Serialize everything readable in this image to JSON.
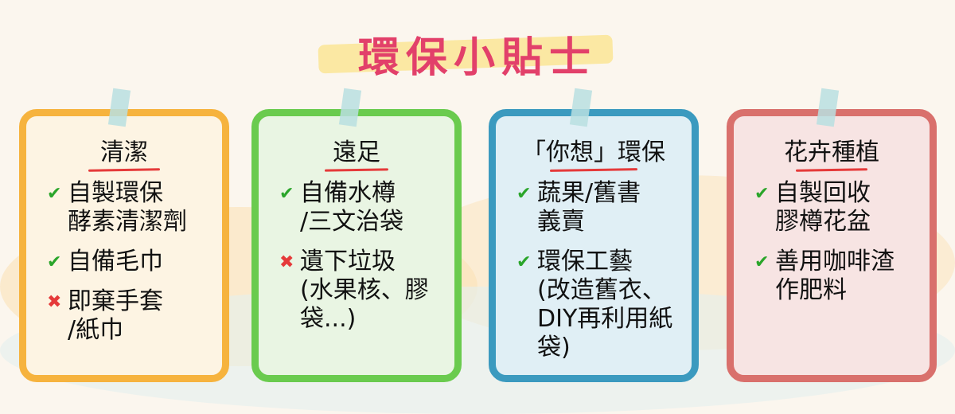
{
  "title": "環保小貼士",
  "colors": {
    "title": "#e2406a",
    "check": "#2aa52a",
    "cross": "#e53a3a"
  },
  "cards": [
    {
      "heading": "清潔",
      "items": [
        {
          "icon": "check",
          "lines": [
            "自製環保",
            "酵素清潔劑"
          ]
        },
        {
          "icon": "check",
          "lines": [
            "自備毛巾"
          ]
        },
        {
          "icon": "cross",
          "lines": [
            "即棄手套",
            "/紙巾"
          ]
        }
      ]
    },
    {
      "heading": "遠足",
      "items": [
        {
          "icon": "check",
          "lines": [
            "自備水樽",
            "/三文治袋"
          ]
        },
        {
          "icon": "cross",
          "lines": [
            "遺下垃圾"
          ],
          "note": [
            "(水果核、膠袋...)"
          ]
        }
      ]
    },
    {
      "heading": "「你想」環保",
      "items": [
        {
          "icon": "check",
          "lines": [
            "蔬果/舊書",
            "義賣"
          ]
        },
        {
          "icon": "check",
          "lines": [
            "環保工藝"
          ],
          "note": [
            "(改造舊衣、",
            "DIY再利用紙袋)"
          ]
        }
      ]
    },
    {
      "heading": "花卉種植",
      "items": [
        {
          "icon": "check",
          "lines": [
            "自製回收",
            "膠樽花盆"
          ]
        },
        {
          "icon": "check",
          "lines": [
            "善用咖啡渣",
            "作肥料"
          ]
        }
      ]
    }
  ],
  "icons": {
    "check": "✔",
    "cross": "✖"
  }
}
